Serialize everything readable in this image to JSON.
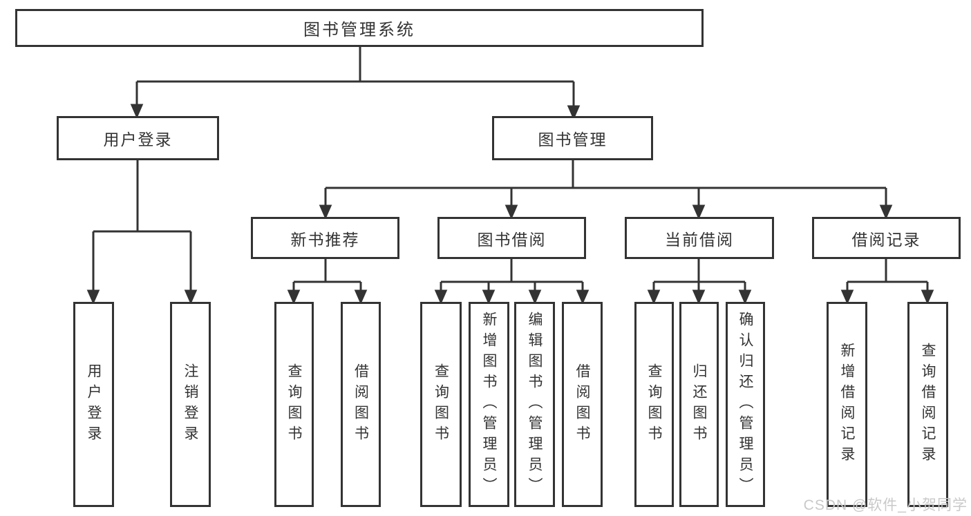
{
  "nodes": {
    "root": "图书管理系统",
    "l2": [
      "用户登录",
      "图书管理"
    ],
    "l3": [
      "新书推荐",
      "图书借阅",
      "当前借阅",
      "借阅记录"
    ],
    "leaves": {
      "user": [
        "用户登录",
        "注销登录"
      ],
      "newbook": [
        "查询图书",
        "借阅图书"
      ],
      "borrow": [
        "查询图书",
        "新增图书（管理员）",
        "编辑图书（管理员）",
        "借阅图书"
      ],
      "current": [
        "查询图书",
        "归还图书",
        "确认归还（管理员）"
      ],
      "records": [
        "新增借阅记录",
        "查询借阅记录"
      ]
    }
  },
  "watermark": {
    "text": "CSDN @软件_小贺同学"
  },
  "colors": {
    "line": "#333333",
    "box_border": "#333333",
    "box_fill": "#ffffff",
    "text": "#333333",
    "watermark": "#c9c9c9"
  }
}
